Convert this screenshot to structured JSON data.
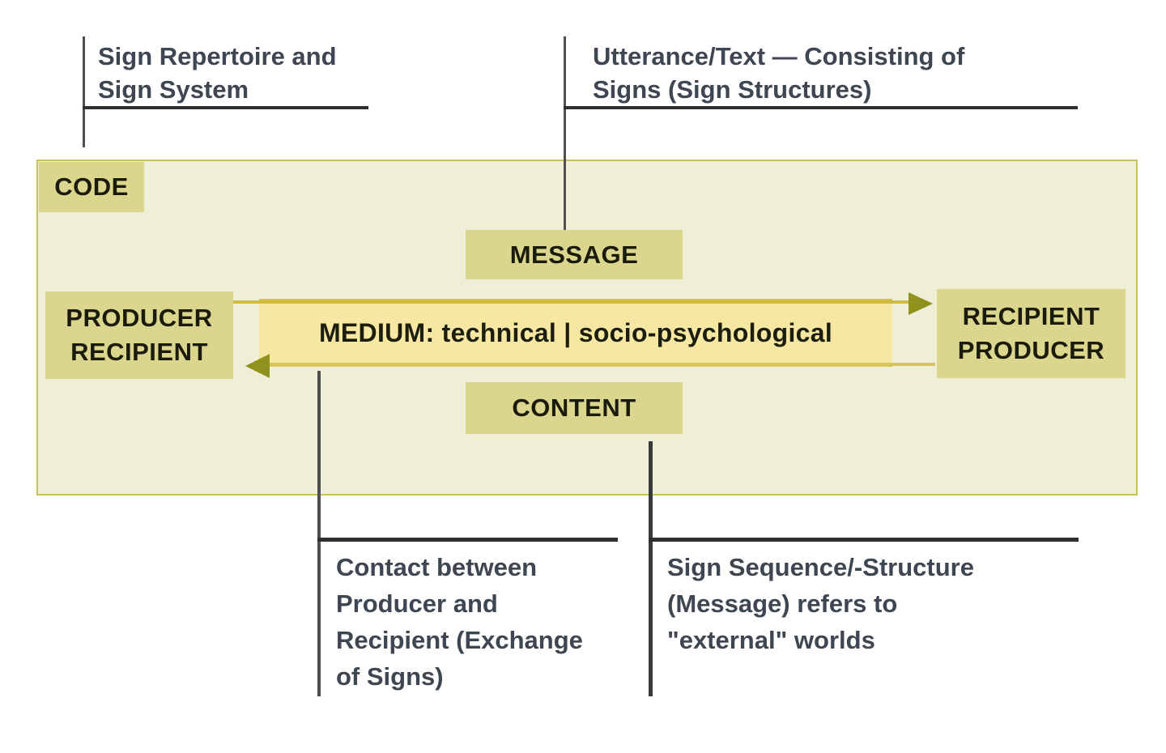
{
  "diagram_title": "semiotic-communication-model",
  "colors": {
    "container_fill": "#efeed6",
    "container_border": "#c6c05e",
    "box_fill": "#dbd68e",
    "medium_fill": "#f6e8a2",
    "medium_edge": "#d5c04e",
    "arrow_head": "#8f921c",
    "line_dark": "#2f2f2f",
    "line_gray": "#4f4f4f",
    "box_text": "#1b1b0c",
    "annotation_text": "#3d4651"
  },
  "boxes": {
    "code": {
      "label": "CODE"
    },
    "message": {
      "label": "MESSAGE"
    },
    "producer_recipient": {
      "lines": [
        "PRODUCER",
        "RECIPIENT"
      ]
    },
    "recipient_producer": {
      "lines": [
        "RECIPIENT",
        "PRODUCER"
      ]
    },
    "medium": {
      "label": "MEDIUM: technical | socio-psychological"
    },
    "content": {
      "label": "CONTENT"
    }
  },
  "annotations": {
    "top_left": {
      "lines": [
        "Sign Repertoire and",
        "Sign System"
      ]
    },
    "top_right": {
      "lines": [
        "Utterance/Text — Consisting of",
        "Signs (Sign Structures)"
      ]
    },
    "bottom_left": {
      "lines": [
        "Contact between",
        "Producer and",
        "Recipient (Exchange",
        "of Signs)"
      ]
    },
    "bottom_right": {
      "lines": [
        "Sign Sequence/-Structure",
        "(Message) refers to",
        "\"external\" worlds"
      ]
    }
  }
}
